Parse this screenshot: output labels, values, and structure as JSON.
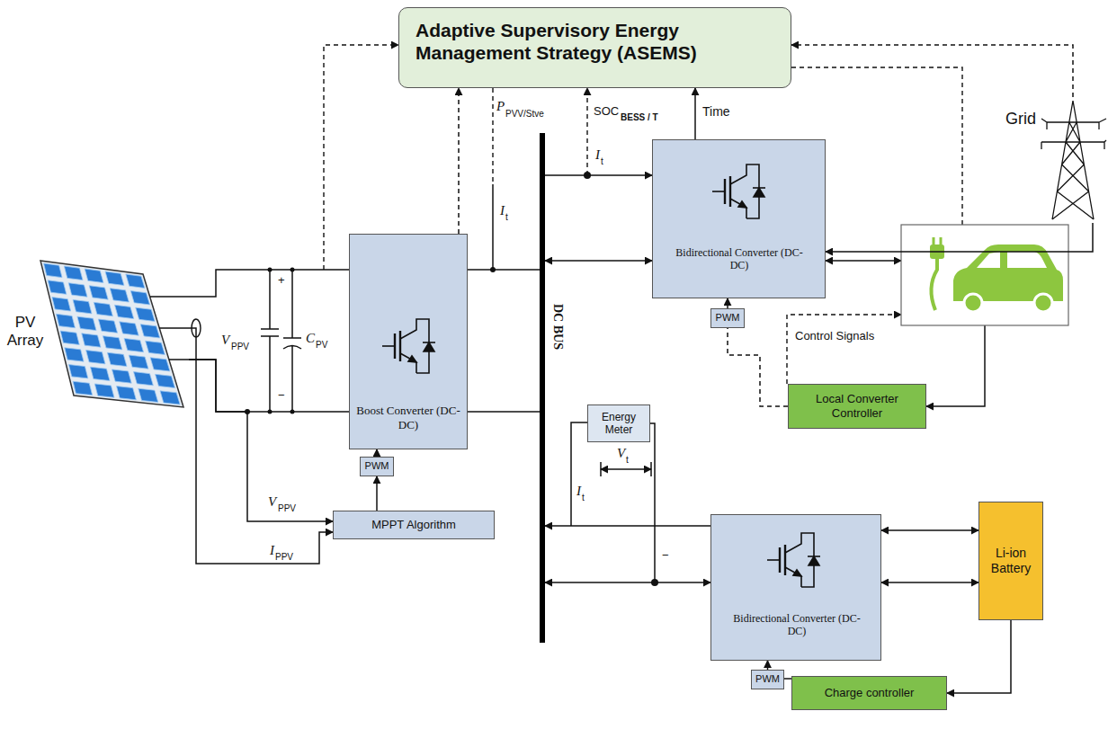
{
  "diagram": {
    "nodes": [
      {
        "text": [
          "Adaptive Supervisory Energy Management Strategy (ASEMS)"
        ]
      },
      {
        "text": [
          "PV Array"
        ]
      },
      {
        "text": [
          "Boost Converter (DC-DC)"
        ]
      },
      {
        "text": [
          "PWM"
        ]
      },
      {
        "text": [
          "MPPT Algorithm"
        ]
      },
      {
        "text": [
          "DC BUS"
        ]
      },
      {
        "text": [
          "Bidirectional Converter (DC-DC)"
        ]
      },
      {
        "text": [
          "Grid"
        ]
      },
      {
        "text": [
          "PWM"
        ]
      },
      {
        "text": [
          "Local Converter Controller"
        ]
      },
      {
        "text": [
          "Energy Meter"
        ]
      },
      {
        "text": [
          "Bidirectional Converter (DC-DC)"
        ]
      },
      {
        "text": [
          "Li-ion Battery"
        ]
      },
      {
        "text": [
          "PWM"
        ]
      },
      {
        "text": [
          "Charge controller"
        ]
      }
    ],
    "edges": [
      {
        "from": 2,
        "to": 0,
        "arrow": "to"
      },
      {
        "from": 6,
        "to": 0,
        "label": "Time",
        "arrow": "to"
      },
      {
        "from": 7,
        "to": 0,
        "arrow": "to"
      },
      {
        "from": 1,
        "to": 2,
        "arrow": "none"
      },
      {
        "from": 1,
        "to": 2,
        "arrow": "none"
      },
      {
        "from": 1,
        "to": 4,
        "arrow": "to"
      },
      {
        "from": 1,
        "to": 4,
        "arrow": "to"
      },
      {
        "from": 3,
        "to": 2,
        "arrow": "to"
      },
      {
        "from": 4,
        "to": 3,
        "arrow": "to"
      },
      {
        "from": 2,
        "to": 5,
        "arrow": "none"
      },
      {
        "from": 5,
        "to": 6,
        "arrow": "both"
      },
      {
        "from": 5,
        "to": 6,
        "arrow": "to"
      },
      {
        "from": 7,
        "to": 6,
        "arrow": "to"
      },
      {
        "from": 8,
        "to": 6,
        "arrow": "to"
      },
      {
        "from": 9,
        "to": 8,
        "arrow": "none"
      },
      {
        "from": 5,
        "to": 11,
        "arrow": "both"
      },
      {
        "from": 11,
        "to": 5,
        "arrow": "to"
      },
      {
        "from": 11,
        "to": 12,
        "arrow": "both"
      },
      {
        "from": 11,
        "to": 12,
        "arrow": "both"
      },
      {
        "from": 13,
        "to": 11,
        "arrow": "to"
      },
      {
        "from": 12,
        "to": 14,
        "arrow": "to"
      },
      {
        "from": 14,
        "to": 13,
        "arrow": "none"
      }
    ],
    "labels": [
      "P",
      "PVV/Stve",
      "SOC",
      "BESS / T",
      "I",
      "t",
      "I",
      "t",
      "V",
      "PPV",
      "C",
      "PV",
      "+",
      "−",
      "V",
      "PPV",
      "I",
      "PPV",
      "I",
      "t",
      "V",
      "t",
      "−",
      "Control Signals"
    ]
  }
}
